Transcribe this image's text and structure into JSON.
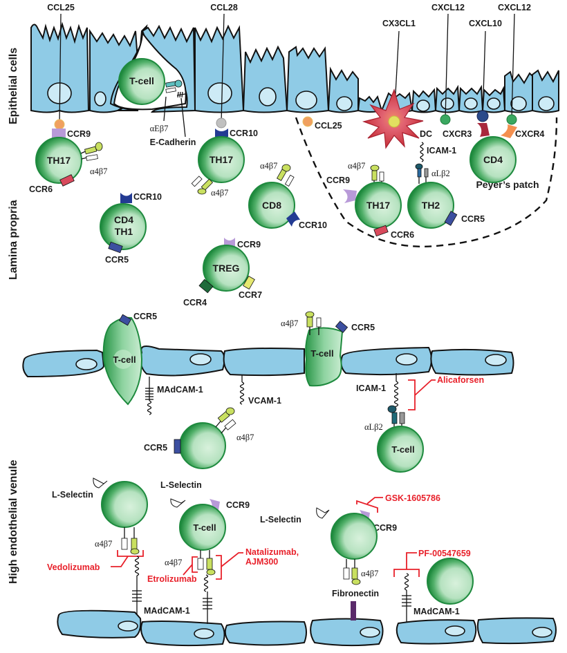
{
  "regions": {
    "epithelial": "Epithelial cells",
    "lamina": "Lamina propria",
    "hev": "High endothelial venule"
  },
  "chemokines": {
    "ccl25_top": "CCL25",
    "ccl28": "CCL28",
    "cx3cl1": "CX3CL1",
    "cxcl12_a": "CXCL12",
    "cxcl10": "CXCL10",
    "cxcl12_b": "CXCL12",
    "ccl25_pp": "CCL25"
  },
  "cells": {
    "tcell_intra": "T-cell",
    "th17_a": "TH17",
    "th17_b": "TH17",
    "th17_pp": "TH17",
    "th2_pp": "TH2",
    "cd4_pp": "CD4",
    "cd8": "CD8",
    "cd4th1_line1": "CD4",
    "cd4th1_line2": "TH1",
    "treg": "TREG",
    "dc": "DC",
    "tcell_migr1": "T-cell",
    "tcell_migr2": "T-cell",
    "tcell_icam": "T-cell",
    "tcell_hev2": "T-cell"
  },
  "receptors": {
    "ccr9": "CCR9",
    "ccr10": "CCR10",
    "ccr6": "CCR6",
    "ccr5": "CCR5",
    "ccr4": "CCR4",
    "ccr7": "CCR7",
    "cxcr3": "CXCR3",
    "cxcr4": "CXCR4",
    "a4b7": "α4β7",
    "aEb7": "αEβ7",
    "aLb2": "αLβ2",
    "ecadherin": "E-Cadherin",
    "icam1": "ICAM-1",
    "madcam1": "MAdCAM-1",
    "vcam1": "VCAM-1",
    "lselectin": "L-Selectin",
    "fibronectin": "Fibronectin"
  },
  "labels": {
    "peyers_patch": "Peyer’s patch"
  },
  "drugs": {
    "alicaforsen": "Alicaforsen",
    "vedolizumab": "Vedolizumab",
    "etrolizumab": "Etrolizumab",
    "natalizumab_l1": "Natalizumab,",
    "natalizumab_l2": "AJM300",
    "gsk": "GSK-1605786",
    "pf": "PF-00547659"
  },
  "colors": {
    "epithelium": "#8fcbe6",
    "cell_green": "#2e9a4e",
    "cell_light": "#bfe6c8",
    "drug_red": "#e8202a",
    "ccr9": "#b89ad8",
    "ccr10": "#233b93",
    "ccr6": "#d84a5c",
    "ccr5": "#3c4fa0",
    "a4b7": "#c9e060",
    "dc_red": "#c8323a"
  }
}
